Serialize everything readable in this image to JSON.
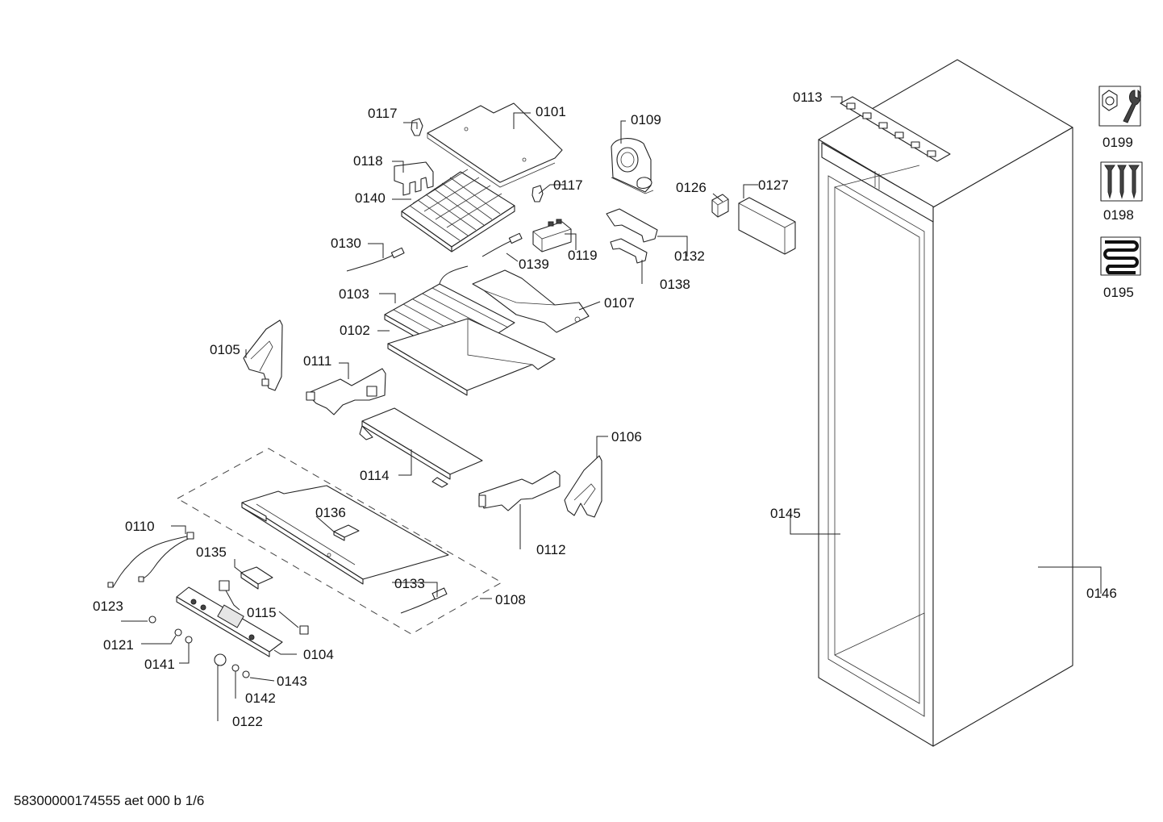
{
  "labels": {
    "p0101": "0101",
    "p0102": "0102",
    "p0103": "0103",
    "p0104": "0104",
    "p0105": "0105",
    "p0106": "0106",
    "p0107": "0107",
    "p0108": "0108",
    "p0109": "0109",
    "p0110": "0110",
    "p0111": "0111",
    "p0112": "0112",
    "p0113": "0113",
    "p0114": "0114",
    "p0115": "0115",
    "p0117a": "0117",
    "p0117b": "0117",
    "p0118": "0118",
    "p0119": "0119",
    "p0121": "0121",
    "p0122": "0122",
    "p0123": "0123",
    "p0126": "0126",
    "p0127": "0127",
    "p0130": "0130",
    "p0132": "0132",
    "p0133": "0133",
    "p0135": "0135",
    "p0136": "0136",
    "p0138": "0138",
    "p0139": "0139",
    "p0140": "0140",
    "p0141": "0141",
    "p0142": "0142",
    "p0143": "0143",
    "p0145": "0145",
    "p0146": "0146",
    "p0195": "0195",
    "p0198": "0198",
    "p0199": "0199"
  },
  "footer": {
    "drawing_id": "58300000174555 aet 000 b 1/6"
  },
  "icons": {
    "p0199": "wrench-nut-icon",
    "p0198": "screws-icon",
    "p0195": "heating-coil-icon"
  }
}
